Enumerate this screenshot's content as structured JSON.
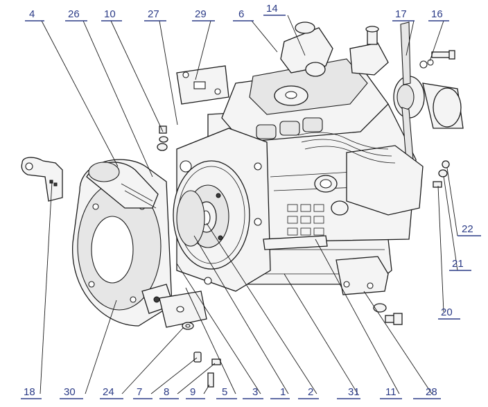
{
  "callouts": [
    {
      "id": "c4",
      "text": "4"
    },
    {
      "id": "c26",
      "text": "26"
    },
    {
      "id": "c10",
      "text": "10"
    },
    {
      "id": "c27",
      "text": "27"
    },
    {
      "id": "c29",
      "text": "29"
    },
    {
      "id": "c6",
      "text": "6"
    },
    {
      "id": "c14",
      "text": "14"
    },
    {
      "id": "c17",
      "text": "17"
    },
    {
      "id": "c16",
      "text": "16"
    },
    {
      "id": "c22",
      "text": "22"
    },
    {
      "id": "c21",
      "text": "21"
    },
    {
      "id": "c20",
      "text": "20"
    },
    {
      "id": "c18",
      "text": "18"
    },
    {
      "id": "c30",
      "text": "30"
    },
    {
      "id": "c24",
      "text": "24"
    },
    {
      "id": "c7",
      "text": "7"
    },
    {
      "id": "c8",
      "text": "8"
    },
    {
      "id": "c9",
      "text": "9"
    },
    {
      "id": "c5",
      "text": "5"
    },
    {
      "id": "c3",
      "text": "3"
    },
    {
      "id": "c1",
      "text": "1"
    },
    {
      "id": "c2",
      "text": "2"
    },
    {
      "id": "c31",
      "text": "31"
    },
    {
      "id": "c11",
      "text": "11"
    },
    {
      "id": "c28",
      "text": "28"
    }
  ],
  "colors": {
    "label": "#2a3a86",
    "line": "#1a1a1a",
    "part_fill": "#f4f4f4"
  }
}
